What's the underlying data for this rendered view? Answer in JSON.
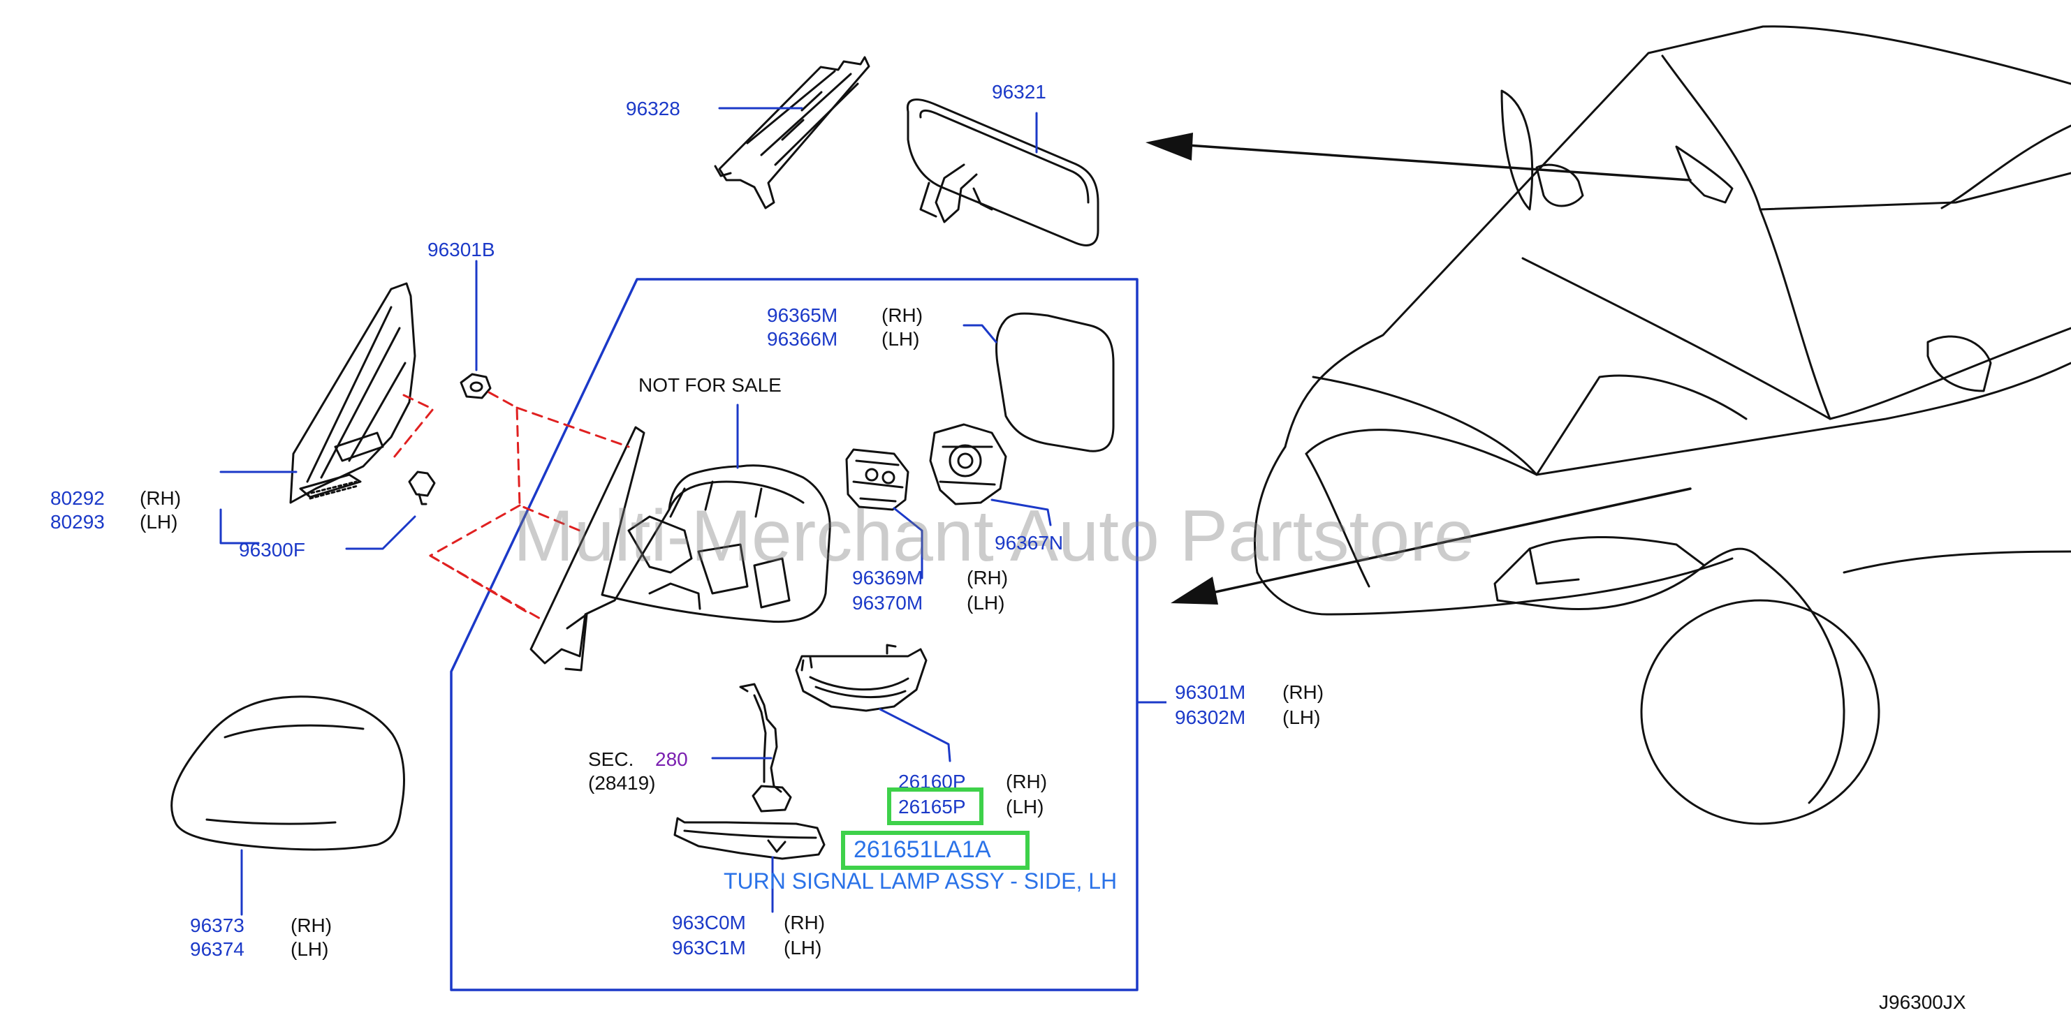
{
  "labels": {
    "p96328": "96328",
    "p96321": "96321",
    "p96301B": "96301B",
    "p96365M": "96365M",
    "p96366M": "96366M",
    "rh": "(RH)",
    "lh": "(LH)",
    "not_for_sale": "NOT  FOR  SALE",
    "p80292": "80292",
    "p80293": "80293",
    "p96300F": "96300F",
    "p96367N": "96367N",
    "p96369M": "96369M",
    "p96370M": "96370M",
    "p96301M": "96301M",
    "p96302M": "96302M",
    "sec": "SEC.",
    "sec_num": "280",
    "sec_ref": "(28419)",
    "p26160P": "26160P",
    "p26165P": "26165P",
    "highlight_part": "261651LA1A",
    "highlight_desc": "TURN SIGNAL LAMP ASSY - SIDE, LH",
    "p963C0M": "963C0M",
    "p963C1M": "963C1M",
    "p96373": "96373",
    "p96374": "96374",
    "diagram_code": "J96300JX"
  },
  "watermark": "Multi-Merchant Auto Partstore",
  "colors": {
    "part_number": "#1b39c8",
    "highlight_box": "#3ed14a",
    "description": "#2a72e8",
    "section_number": "#7a1fb0",
    "dashed_guide": "#e02020",
    "frame": "#1b39c8"
  }
}
